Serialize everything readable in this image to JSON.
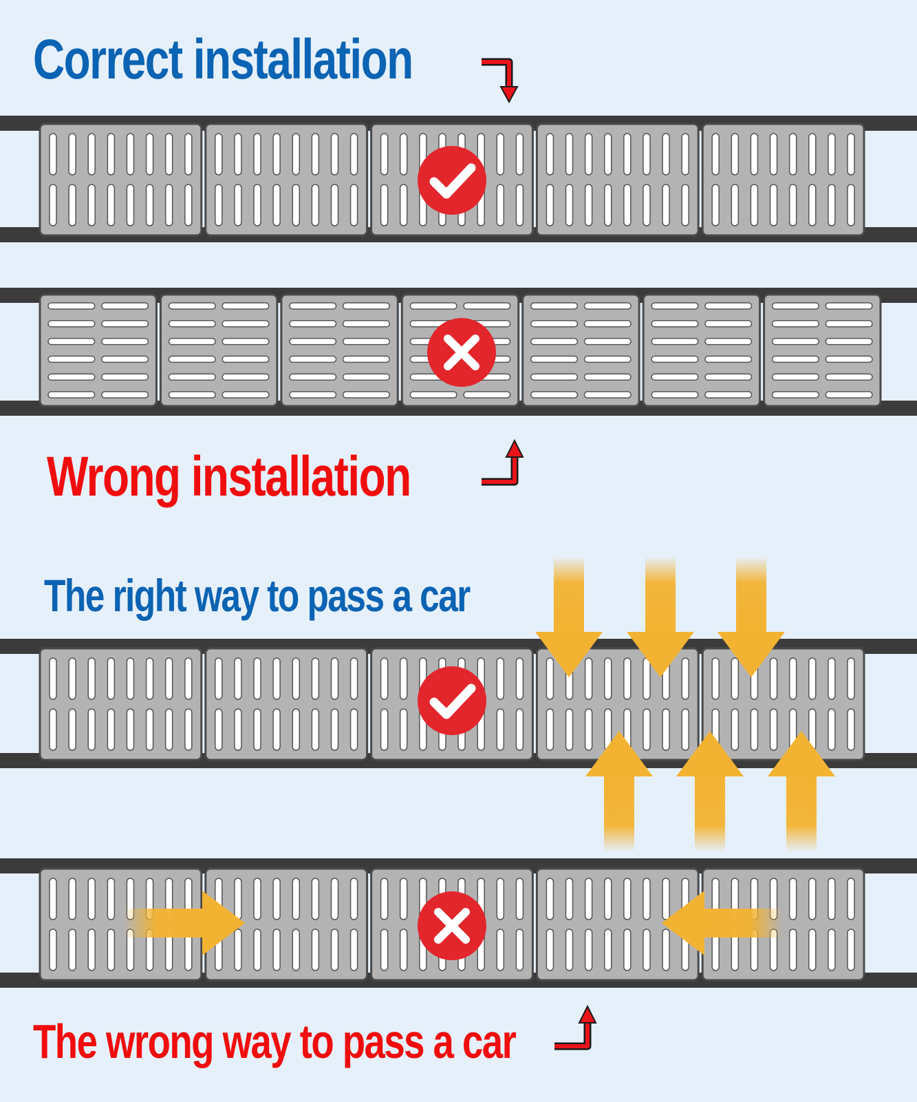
{
  "captions": {
    "correct_installation": "Correct installation",
    "wrong_installation": "Wrong installation",
    "right_way": "The right way to pass a car",
    "wrong_way": "The wrong way to pass a car"
  },
  "colors": {
    "background": "#e6f0fb",
    "blue_text": "#0b63b3",
    "red_text": "#f00d0d",
    "rail": "#3b3b3b",
    "grate": "#b3b3b3",
    "grate_border": "#4a4a4a",
    "slot": "#ffffff",
    "badge_red": "#e3262c",
    "flow_arrow": "#f3b332",
    "pointer_arrow": "#e8141a"
  },
  "icons": {
    "correct": "check-mark-icon",
    "wrong": "x-mark-icon",
    "pointer": "bent-arrow-icon",
    "flow": "flow-arrow-icon"
  },
  "rows": [
    {
      "id": "correct-install",
      "orientation": "vertical",
      "grates": 5,
      "badge": "check"
    },
    {
      "id": "wrong-install",
      "orientation": "horizontal",
      "grates": 7,
      "badge": "cross"
    },
    {
      "id": "right-way",
      "orientation": "vertical",
      "grates": 5,
      "badge": "check",
      "flow": "cross-wise"
    },
    {
      "id": "wrong-way",
      "orientation": "vertical",
      "grates": 5,
      "badge": "cross",
      "flow": "length-wise"
    }
  ]
}
